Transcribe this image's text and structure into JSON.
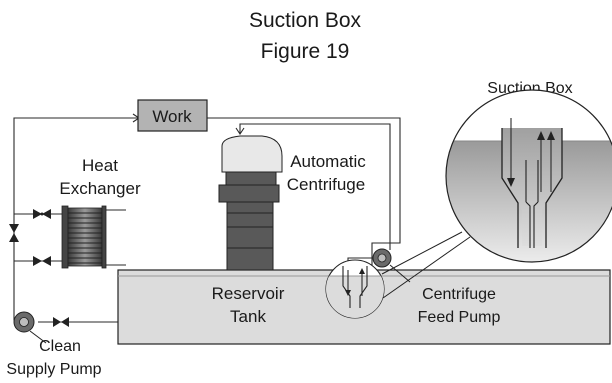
{
  "title": {
    "line1": "Suction Box",
    "line2": "Figure 19"
  },
  "labels": {
    "work": "Work",
    "heat_exchanger_line1": "Heat",
    "heat_exchanger_line2": "Exchanger",
    "automatic_centrifuge_line1": "Automatic",
    "automatic_centrifuge_line2": "Centrifuge",
    "reservoir_line1": "Reservoir",
    "reservoir_line2": "Tank",
    "centrifuge_feed_pump_line1": "Centrifuge",
    "centrifuge_feed_pump_line2": "Feed Pump",
    "clean_supply_pump_line1": "Clean",
    "clean_supply_pump_line2": "Supply Pump",
    "suction_box_detail": "Suction Box"
  },
  "colors": {
    "box_fill": "#b3b3b3",
    "tank_fill": "#dcdcdc",
    "centrifuge_dark": "#5a5a5a",
    "liquid": "#a8a8a8",
    "line": "#222222"
  }
}
